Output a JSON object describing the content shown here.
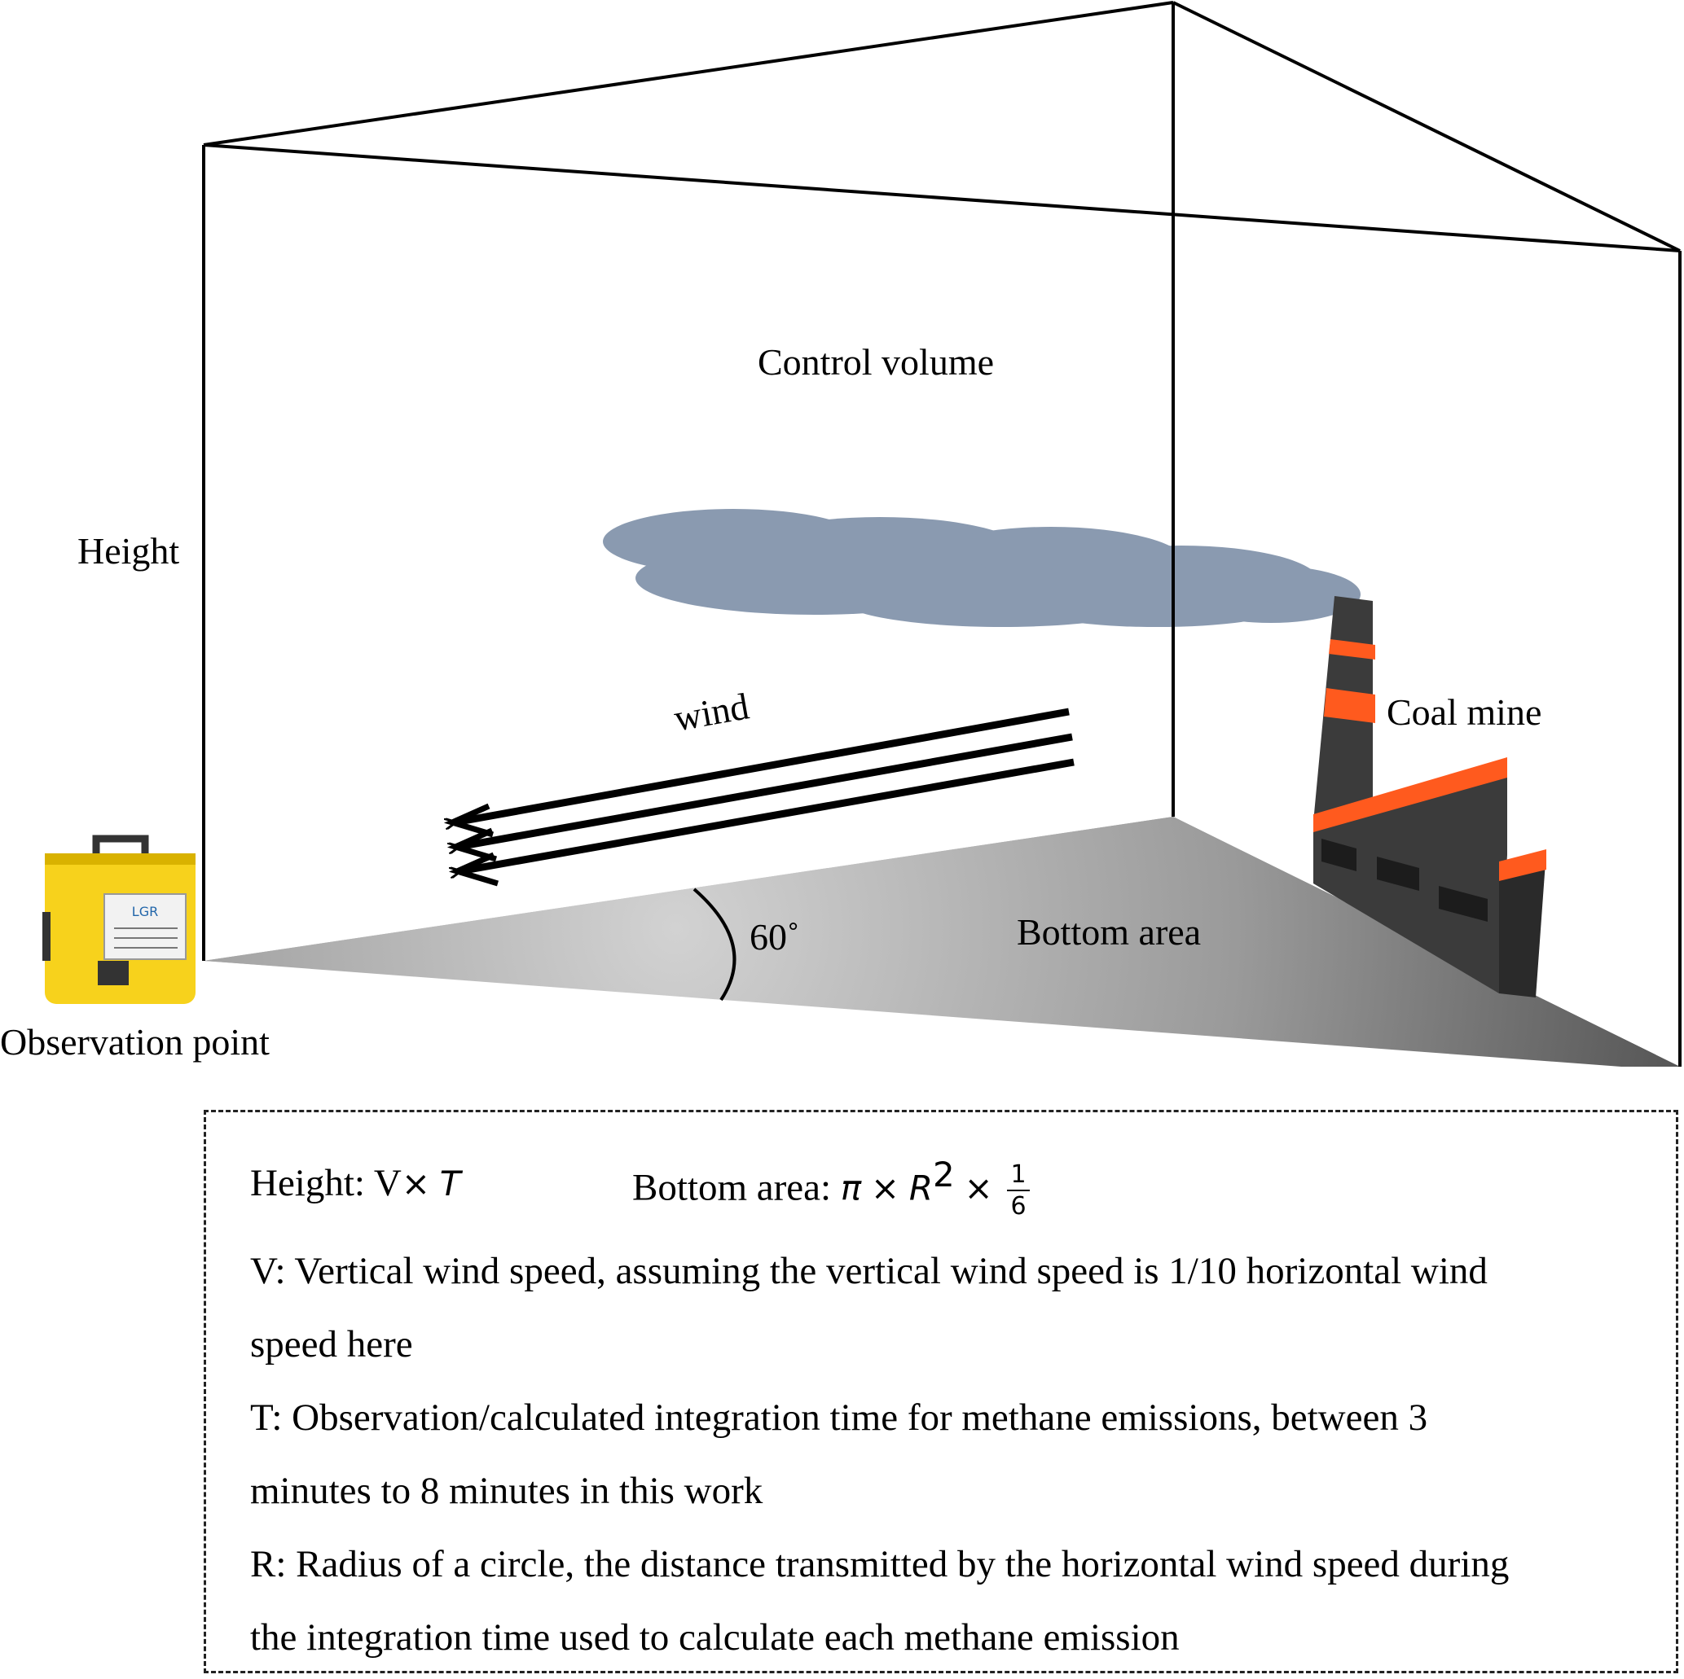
{
  "labels": {
    "control_volume": "Control volume",
    "height": "Height",
    "wind": "wind",
    "coal_mine": "Coal mine",
    "angle": "60˚",
    "bottom_area": "Bottom area",
    "observation_point": "Observation point"
  },
  "instrument": {
    "brand": "LGR"
  },
  "legend": {
    "height_formula": {
      "prefix": "Height: V",
      "times": "×",
      "var": "T"
    },
    "bottom_formula": {
      "prefix": "Bottom area:",
      "pi": "π",
      "times": "×",
      "r": "R",
      "exp": "2",
      "times2": "×",
      "numerator": "1",
      "denominator": "6"
    },
    "v_line1": "V: Vertical wind speed, assuming the vertical wind speed is 1/10 horizontal wind",
    "v_line2": "speed here",
    "t_line1": "T: Observation/calculated integration time for methane emissions, between 3",
    "t_line2": "minutes to 8 minutes in this work",
    "r_line1": "R: Radius of a circle, the distance transmitted by the horizontal wind speed during",
    "r_line2": "the integration time used to calculate each methane emission"
  },
  "colors": {
    "cloud": "#8a9ab0",
    "chimney": "#3b3b3b",
    "stripe": "#ff5a1e",
    "case": "#f7d21c"
  }
}
